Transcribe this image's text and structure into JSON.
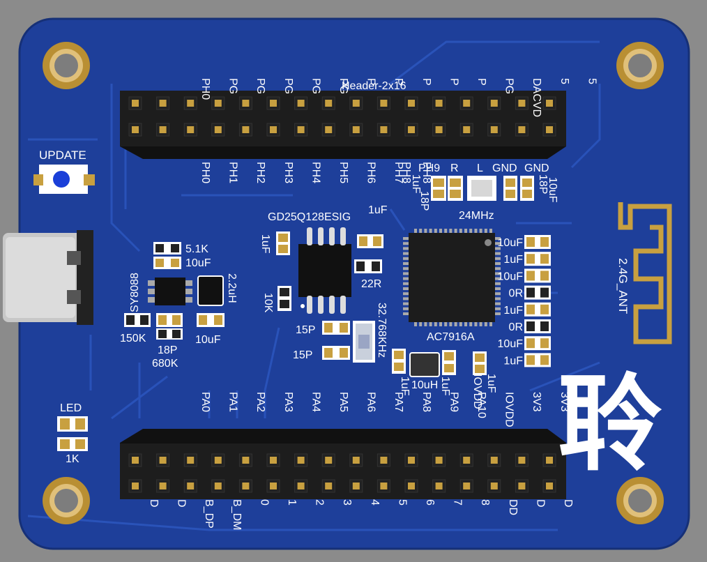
{
  "board": {
    "colors": {
      "background": "#8b8b8b",
      "pcb": "#1e3f9a",
      "pcb_dark": "#173487",
      "trace": "#2a52b8",
      "silkscreen": "#ffffff",
      "pad_gold": "#c8a040",
      "header_black": "#1a1a1a"
    },
    "labels": {
      "header_name": "Header-2x16",
      "update_button": "UPDATE",
      "led": "LED",
      "led_resistor": "1K",
      "main_ic": "AC7916A",
      "flash_ic": "GD25Q128ESIG",
      "crystal_main": "24MHz",
      "crystal_rtc": "32.768KHz",
      "antenna": "2.4G_ANT",
      "regulator": "SY8088",
      "inductor": "2.2uH",
      "inductor_small": "10uH"
    },
    "passives": {
      "r_5k1": "5.1K",
      "c_10uf_a": "10uF",
      "c_10uf_b": "10uF",
      "r_150k": "150K",
      "c_18p_a": "18P",
      "r_680k": "680K",
      "c_1uf_flash": "1uF",
      "c_1uf_flash2": "1uF",
      "r_10k": "10K",
      "r_22r": "22R",
      "c_15p_a": "15P",
      "c_15p_b": "15P",
      "top_row": [
        "PH9",
        "R",
        "L",
        "GND",
        "GND"
      ],
      "top_caps": [
        "PH8",
        "1uF",
        "18P",
        "18P",
        "10uF"
      ],
      "right_col": [
        "10uF",
        "1uF",
        "10uF",
        "0R",
        "1uF",
        "0R",
        "10uF",
        "1uF"
      ],
      "bottom_small": [
        "1uF",
        "1uF",
        "1uF",
        "IOVDD"
      ]
    },
    "top_header": {
      "upper_labels": [
        "PH0",
        "PG",
        "PG",
        "PG",
        "PG",
        "PG",
        "P",
        "P",
        "P",
        "P",
        "P",
        "PG",
        "DACVD",
        "5",
        "5"
      ],
      "lower_labels": [
        "PH0",
        "PH1",
        "PH2",
        "PH3",
        "PH4",
        "PH5",
        "PH6",
        "PH7",
        "PH8"
      ]
    },
    "bottom_header": {
      "upper_labels": [
        "PA0",
        "PA1",
        "PA2",
        "PA3",
        "PA4",
        "PA5",
        "PA6",
        "PA7",
        "PA8",
        "PA9",
        "PA10",
        "IOVDD",
        "3V3",
        "3V3"
      ],
      "lower_labels": [
        "D",
        "D",
        "B_DP",
        "B_DM",
        "0",
        "1",
        "2",
        "3",
        "4",
        "5",
        "6",
        "7",
        "8",
        "DD",
        "D",
        "D"
      ]
    },
    "logo_text": "聆"
  }
}
